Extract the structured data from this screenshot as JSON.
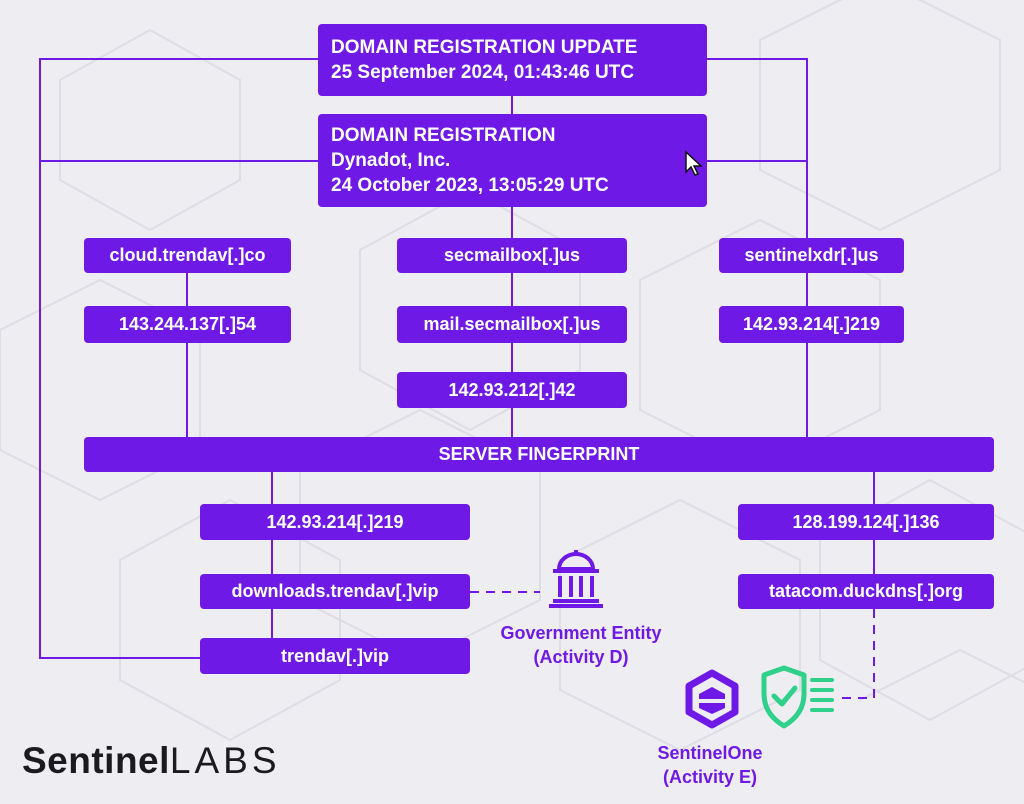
{
  "update": {
    "title": "DOMAIN REGISTRATION UPDATE",
    "date": "25 September 2024, 01:43:46 UTC"
  },
  "registration": {
    "title": "DOMAIN REGISTRATION",
    "registrar": "Dynadot, Inc.",
    "date": "24 October 2023, 13:05:29 UTC"
  },
  "left": {
    "domain": "cloud.trendav[.]co",
    "ip": "143.244.137[.]54"
  },
  "middle": {
    "domain": "secmailbox[.]us",
    "mail": "mail.secmailbox[.]us",
    "ip": "142.93.212[.]42"
  },
  "right": {
    "domain": "sentinelxdr[.]us",
    "ip": "142.93.214[.]219"
  },
  "fingerprint": "SERVER FINGERPRINT",
  "lower_left": {
    "ip": "142.93.214[.]219",
    "downloads": "downloads.trendav[.]vip",
    "domain": "trendav[.]vip"
  },
  "lower_right": {
    "ip": "128.199.124[.]136",
    "domain": "tatacom.duckdns[.]org"
  },
  "government": {
    "line1": "Government Entity",
    "line2": "(Activity D)"
  },
  "sentinelone": {
    "line1": "SentinelOne",
    "line2": "(Activity E)"
  },
  "logo": {
    "part1": "Sentinel",
    "part2": "LABS"
  },
  "colors": {
    "accent": "#6e19e6",
    "shield": "#2fd18a",
    "background": "#eeedf2"
  },
  "icons": [
    "government-building-icon",
    "sentinelone-logo-icon",
    "shield-check-icon",
    "mouse-cursor-icon"
  ]
}
